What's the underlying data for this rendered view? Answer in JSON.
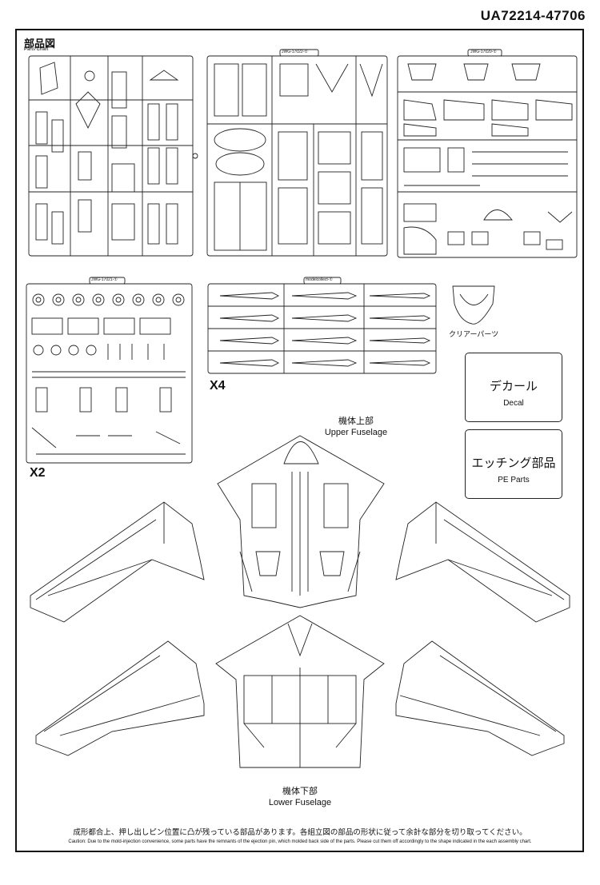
{
  "doc_code": "UA72214-47706",
  "header": {
    "title_jp": "部品図",
    "title_en": "Parts Chart"
  },
  "sprues": {
    "top_middle_tag": "JWG-17022-①",
    "top_right_tag": "JWG-17020-①",
    "bottom_left_tag": "JWG-17021-①",
    "weapons_tag": "modelcollect-①"
  },
  "multipliers": {
    "weapons": "X4",
    "bottom_left": "X2"
  },
  "clear_parts_label": "クリアーパーツ",
  "decal": {
    "jp": "デカール",
    "en": "Decal"
  },
  "pe_parts": {
    "jp": "エッチング部品",
    "en": "PE Parts"
  },
  "upper_fuselage": {
    "jp": "機体上部",
    "en": "Upper Fuselage"
  },
  "lower_fuselage": {
    "jp": "機体下部",
    "en": "Lower Fuselage"
  },
  "caution": {
    "jp": "成形都合上、押し出しピン位置に凸が残っている部品があります。各組立図の部品の形状に従って余計な部分を切り取ってください。",
    "en": "Caution: Due to the mold-injection convenience, some parts have the remnants of the ejection pin, which molded back side of the parts. Please cut them off accordingly to the shape indicated in the each assembly chart."
  }
}
